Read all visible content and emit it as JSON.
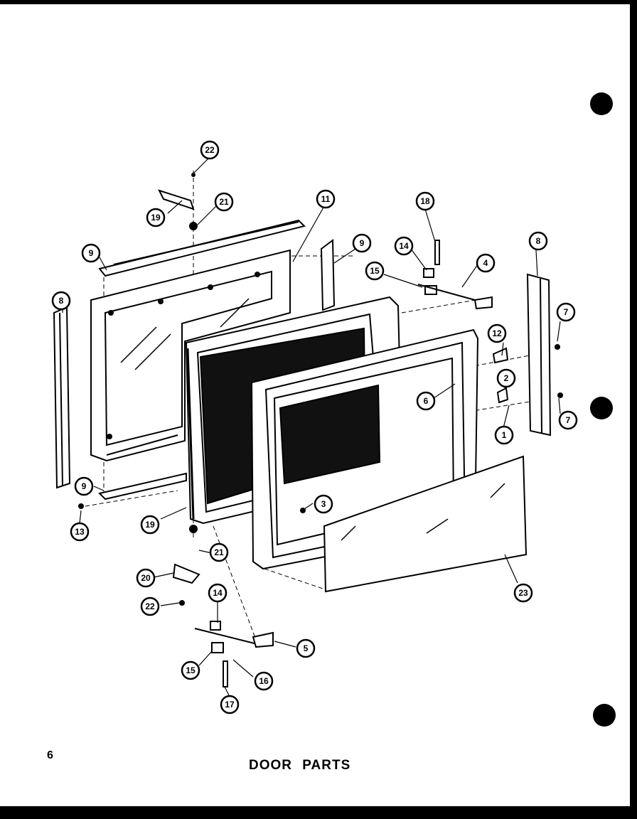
{
  "page": {
    "number": "6",
    "title": "DOOR PARTS"
  },
  "callouts": [
    {
      "label": "22"
    },
    {
      "label": "21"
    },
    {
      "label": "19"
    },
    {
      "label": "11"
    },
    {
      "label": "9"
    },
    {
      "label": "9"
    },
    {
      "label": "8"
    },
    {
      "label": "18"
    },
    {
      "label": "14"
    },
    {
      "label": "15"
    },
    {
      "label": "4"
    },
    {
      "label": "8"
    },
    {
      "label": "7"
    },
    {
      "label": "12"
    },
    {
      "label": "2"
    },
    {
      "label": "6"
    },
    {
      "label": "1"
    },
    {
      "label": "7"
    },
    {
      "label": "9"
    },
    {
      "label": "13"
    },
    {
      "label": "19"
    },
    {
      "label": "3"
    },
    {
      "label": "21"
    },
    {
      "label": "20"
    },
    {
      "label": "22"
    },
    {
      "label": "14"
    },
    {
      "label": "5"
    },
    {
      "label": "23"
    },
    {
      "label": "15"
    },
    {
      "label": "16"
    },
    {
      "label": "17"
    }
  ]
}
